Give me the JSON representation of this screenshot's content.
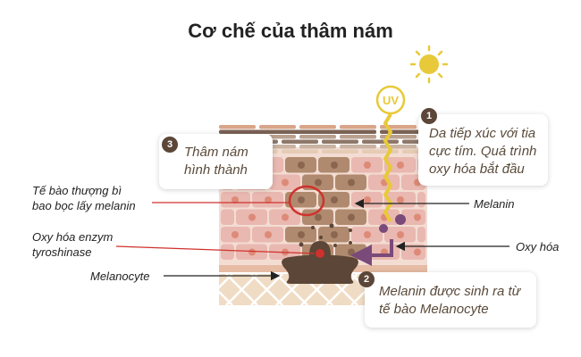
{
  "title": "Cơ chế của thâm nám",
  "uv_label": "UV",
  "steps": [
    {
      "number": "1",
      "text_lines": [
        "Da tiếp xúc với tia",
        "cực tím. Quá trình",
        "oxy hóa bắt đầu"
      ]
    },
    {
      "number": "2",
      "text_lines": [
        "Melanin được sinh ra từ",
        "tế bào Melanocyte"
      ]
    },
    {
      "number": "3",
      "text_lines": [
        "Thâm nám",
        "hình thành"
      ]
    }
  ],
  "labels": {
    "epidermal_cells": [
      "Tế bào thượng bì",
      "bao bọc lấy melanin"
    ],
    "enzyme": [
      "Oxy hóa enzym",
      "tyroshinase"
    ],
    "melanocyte": "Melanocyte",
    "melanin": "Melanin",
    "oxidation": "Oxy hóa"
  },
  "colors": {
    "accent_dark": "#5b4638",
    "uv_yellow": "#e8c93a",
    "red": "#d0312d",
    "purple": "#7a4a7a",
    "skin_pink": "#e9b8b0"
  }
}
